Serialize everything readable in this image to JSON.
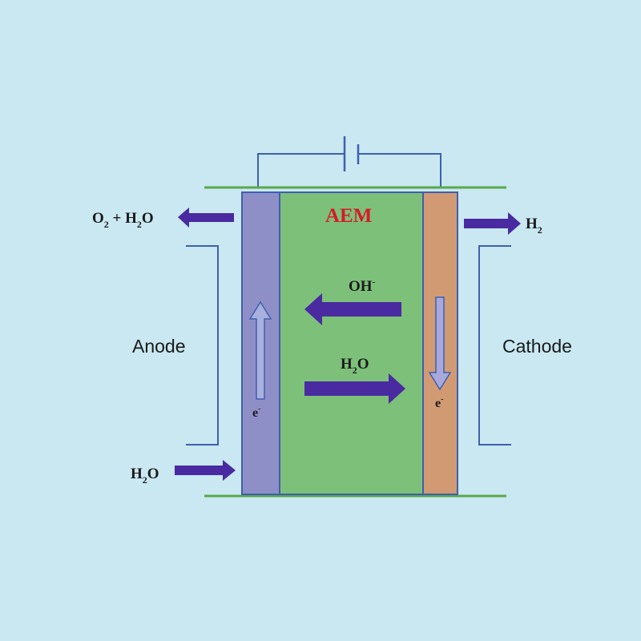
{
  "colors": {
    "background": "#c9e8f2",
    "membrane": "#7dc07a",
    "anode": "#8f8fc8",
    "cathode": "#d29a72",
    "outline": "#3f5fb0",
    "arrow": "#4a2aa0",
    "aem_text": "#d8182a",
    "baseline": "#5aa84a"
  },
  "labels": {
    "aem": "AEM",
    "anode": "Anode",
    "cathode": "Cathode",
    "oh": {
      "base": "OH",
      "sup": "-"
    },
    "h2o_middle": {
      "a": "H",
      "sub": "2",
      "b": "O"
    },
    "h2o_inlet": {
      "a": "H",
      "sub": "2",
      "b": "O"
    },
    "o2_h2o_outlet": {
      "a": "O",
      "sub1": "2",
      "b": " + H",
      "sub2": "2",
      "c": "O"
    },
    "h2_outlet": {
      "a": "H",
      "sub": "2"
    },
    "electron_anode": {
      "base": "e",
      "sup": "-"
    },
    "electron_cathode": {
      "base": "e",
      "sup": "-"
    }
  },
  "icons": [
    "battery-icon",
    "flow-arrow-icon",
    "electron-arrow-icon"
  ]
}
